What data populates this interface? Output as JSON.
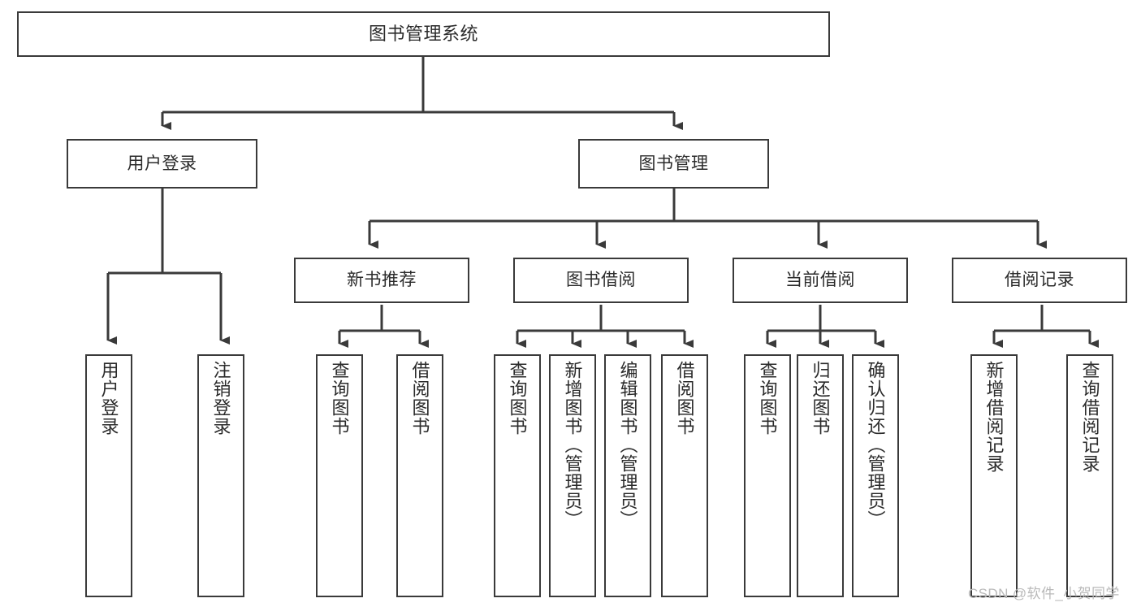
{
  "diagram": {
    "title": "图书管理系统",
    "type": "tree-hierarchy-diagram",
    "style": {
      "box_border": "#3a3a3a",
      "box_fill": "#ffffff",
      "line": "#3a3a3a",
      "text": "#2b2b2b",
      "background": "#ffffff"
    },
    "root": {
      "label": "图书管理系统"
    },
    "level1": [
      {
        "label": "用户登录"
      },
      {
        "label": "图书管理"
      }
    ],
    "level2": [
      {
        "label": "新书推荐"
      },
      {
        "label": "图书借阅"
      },
      {
        "label": "当前借阅"
      },
      {
        "label": "借阅记录"
      }
    ],
    "leaves": {
      "user_login": [
        {
          "label": "用户登录"
        },
        {
          "label": "注销登录"
        }
      ],
      "new_book_recommend": [
        {
          "label": "查询图书"
        },
        {
          "label": "借阅图书"
        }
      ],
      "book_borrow": [
        {
          "label": "查询图书"
        },
        {
          "label": "新增图书（管理员）"
        },
        {
          "label": "编辑图书（管理员）"
        },
        {
          "label": "借阅图书"
        }
      ],
      "current_borrow": [
        {
          "label": "查询图书"
        },
        {
          "label": "归还图书"
        },
        {
          "label": "确认归还（管理员）"
        }
      ],
      "borrow_record": [
        {
          "label": "新增借阅记录"
        },
        {
          "label": "查询借阅记录"
        }
      ]
    }
  },
  "watermark": {
    "text": "CSDN @软件_小贺同学"
  }
}
